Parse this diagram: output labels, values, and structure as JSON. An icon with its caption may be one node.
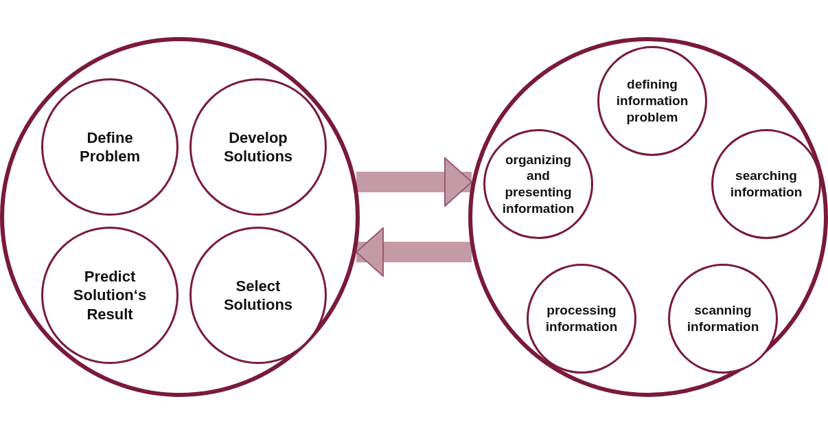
{
  "diagram": {
    "nodes": [
      {
        "text": [],
        "shape": "circle"
      },
      {
        "text": [
          "Define Problem"
        ],
        "in": 0
      },
      {
        "text": [
          "Develop Solutions"
        ],
        "in": 0
      },
      {
        "text": [
          "Predict Solution‘s Result"
        ],
        "in": 0
      },
      {
        "text": [
          "Select Solutions"
        ],
        "in": 0
      },
      {
        "text": [],
        "shape": "circle"
      },
      {
        "text": [
          "defining information problem"
        ],
        "in": 5
      },
      {
        "text": [
          "searching information"
        ],
        "in": 5
      },
      {
        "text": [
          "organizing and presenting information"
        ],
        "in": 5
      },
      {
        "text": [
          "scanning information"
        ],
        "in": 5
      },
      {
        "text": [
          "processing information"
        ],
        "in": 5
      }
    ],
    "edges": [
      {
        "from": 0,
        "to": 5,
        "arrow": "to"
      },
      {
        "from": 5,
        "to": 0,
        "arrow": "to"
      }
    ]
  }
}
